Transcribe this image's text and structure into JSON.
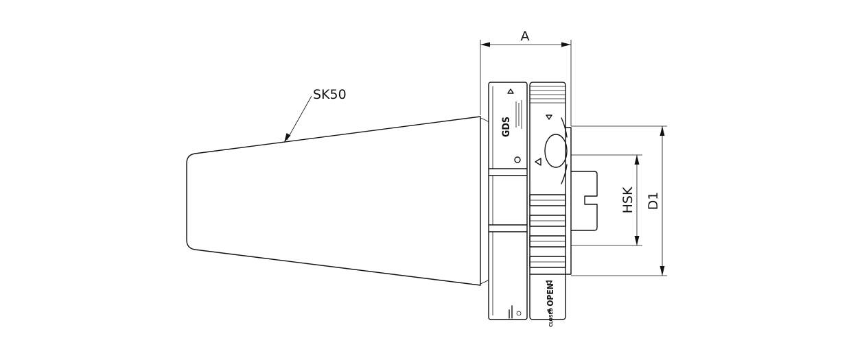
{
  "labels": {
    "taper": "SK50",
    "dim_a": "A",
    "dim_hsk": "HSK",
    "dim_d1": "D1"
  },
  "marks": {
    "logo": "GDS",
    "ring_open": "OPEN",
    "ring_closed": "CLOSED"
  },
  "colors": {
    "line": "#111111",
    "background": "#ffffff"
  }
}
